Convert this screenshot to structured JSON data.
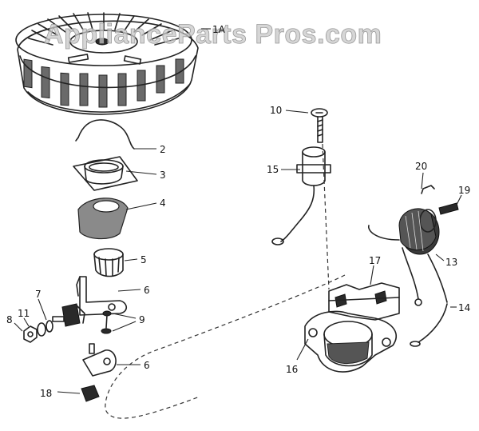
{
  "watermark": "ApplianceParts Pros.com",
  "callouts": {
    "c1a": "1A",
    "c2": "2",
    "c3": "3",
    "c4": "4",
    "c5": "5",
    "c6a": "6",
    "c6b": "6",
    "c7": "7",
    "c8": "8",
    "c9": "9",
    "c10": "10",
    "c11": "11",
    "c13": "13",
    "c14": "14",
    "c15": "15",
    "c16": "16",
    "c17": "17",
    "c18": "18",
    "c19": "19",
    "c20": "20"
  }
}
